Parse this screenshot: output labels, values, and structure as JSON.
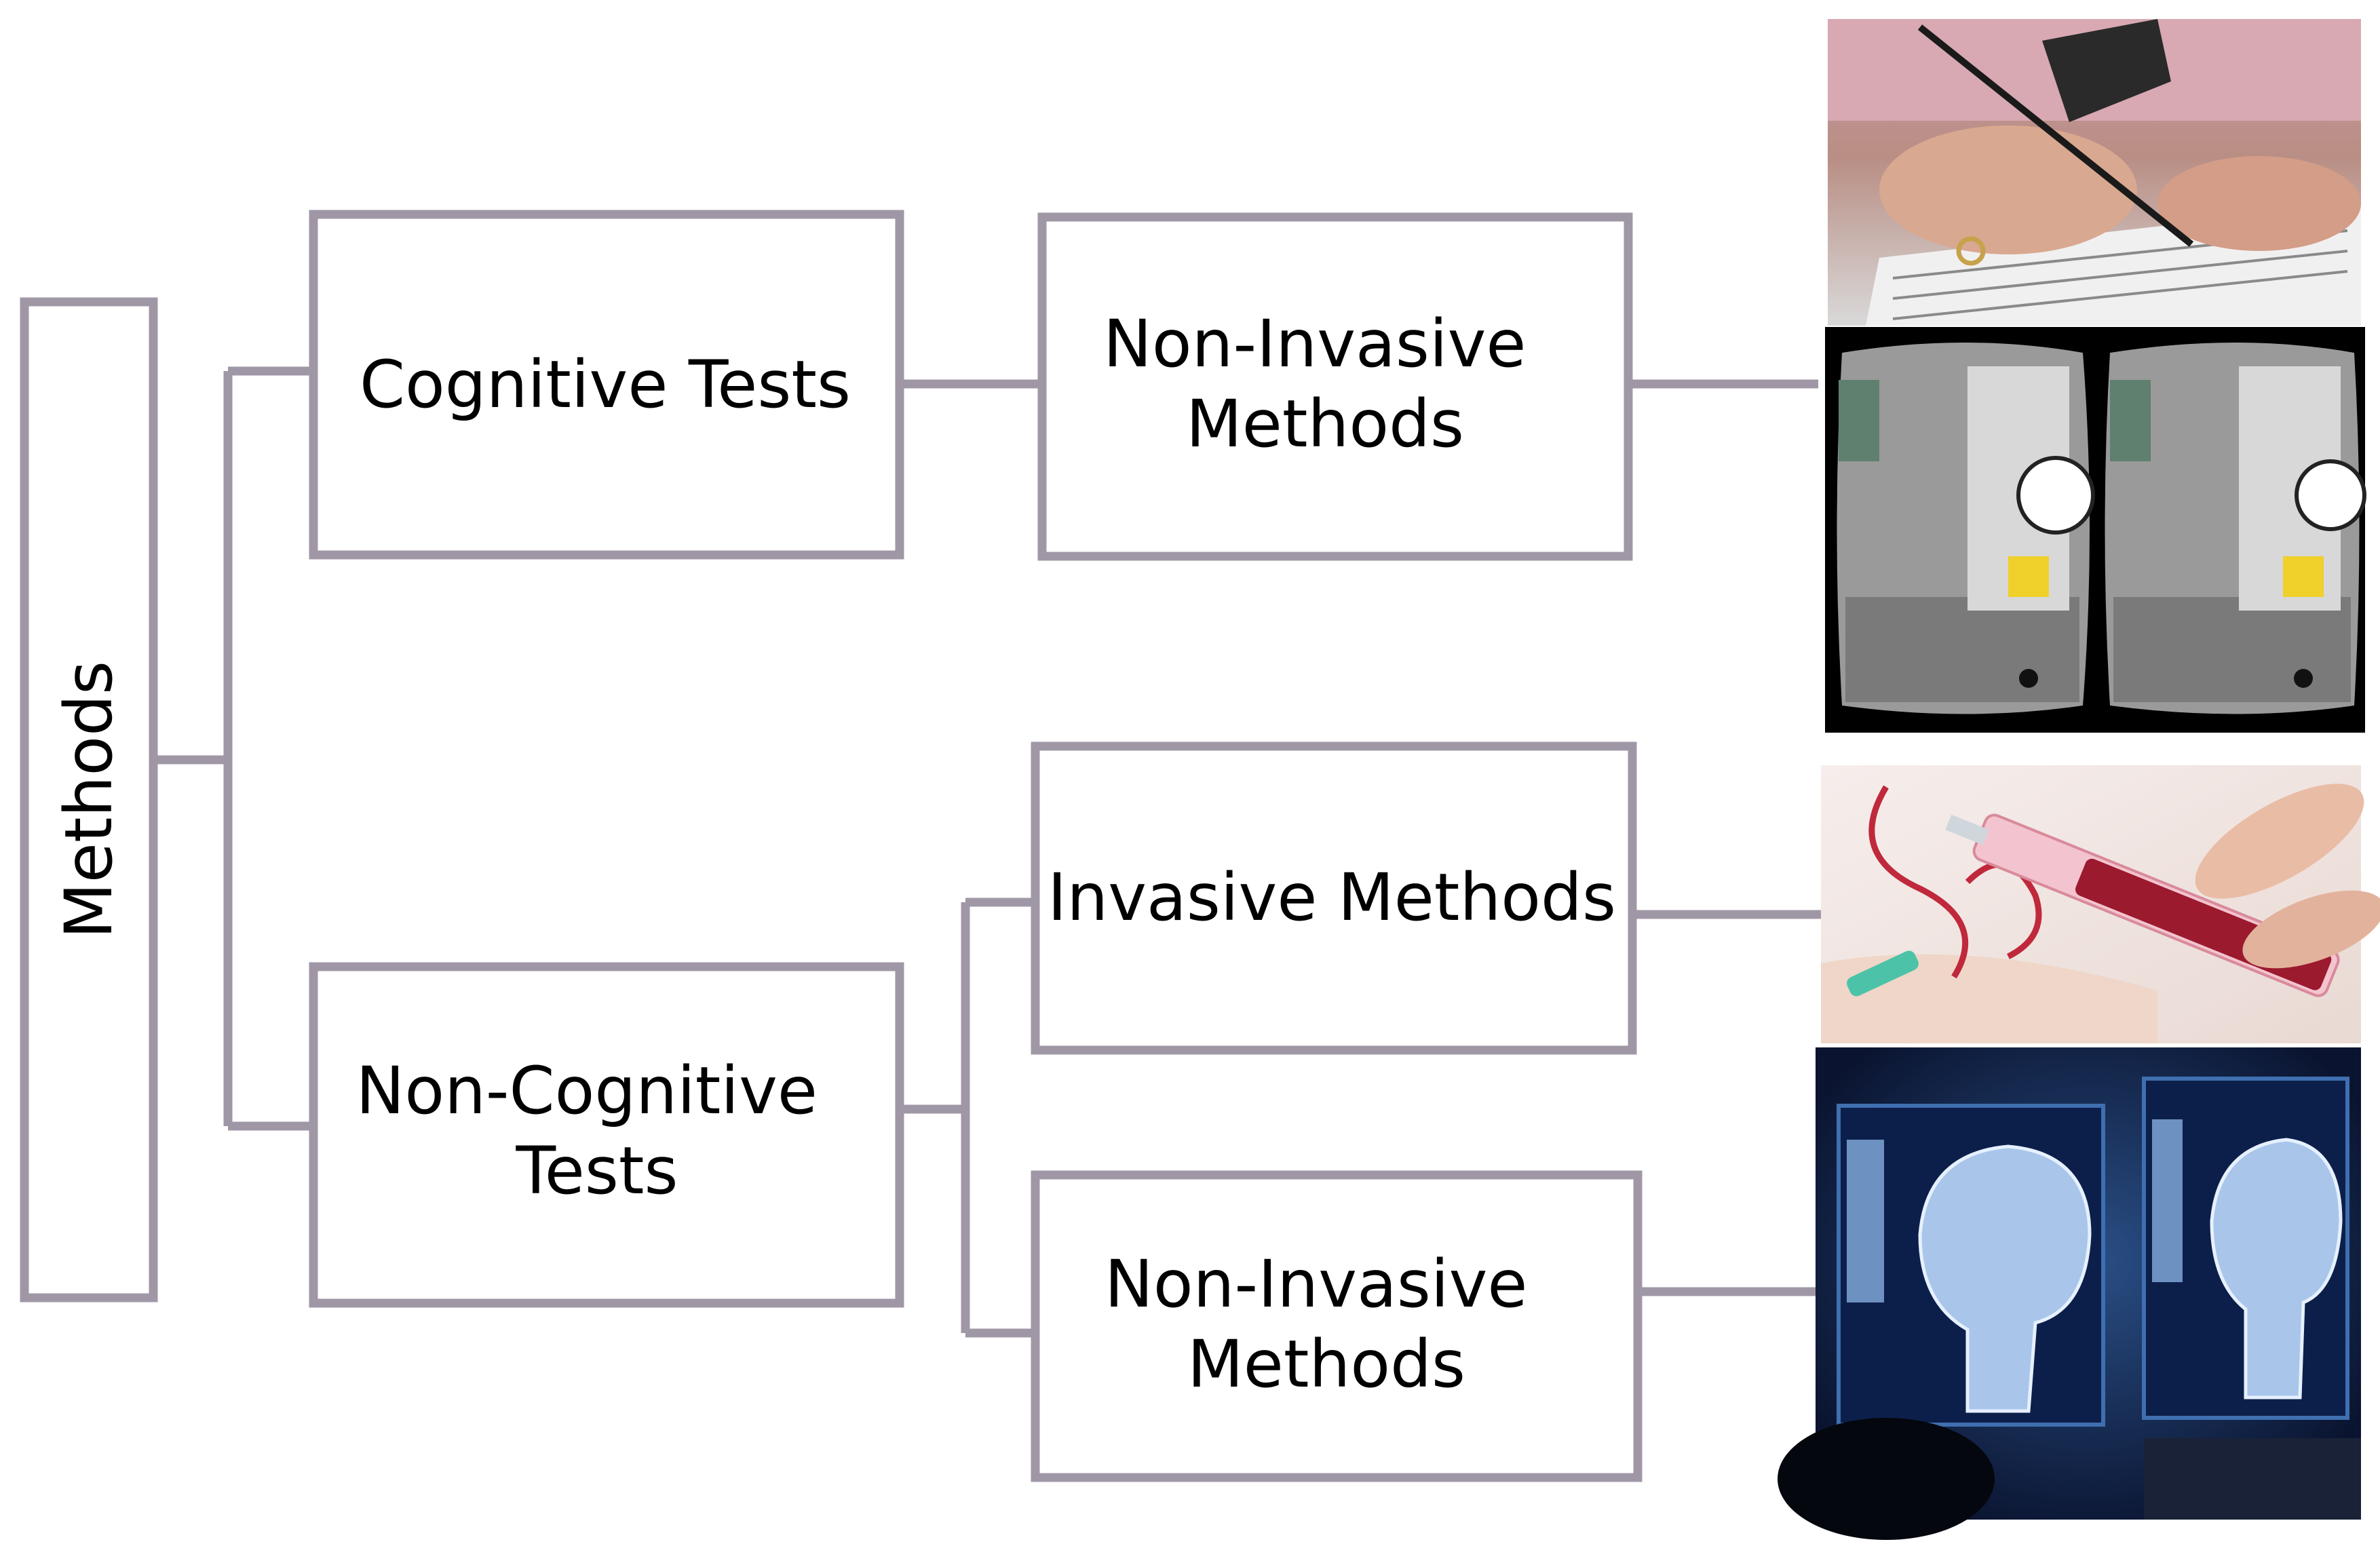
{
  "nodes": {
    "root": "Methods",
    "cognitive": [
      "Cognitive Tests"
    ],
    "non_cognitive": [
      "Non-Cognitive",
      "Tests"
    ],
    "cog_non_invasive": [
      "Non-Invasive",
      "Methods"
    ],
    "invasive": [
      "Invasive Methods"
    ],
    "noncog_non_invasive": [
      "Non-Invasive",
      "Methods"
    ]
  },
  "photos": {
    "writing_test": "hand-writing-test-photo",
    "vr_clock": "vr-clock-test-photo",
    "blood_sample": "blood-sample-photo",
    "brain_mri": "brain-mri-photo"
  },
  "colors": {
    "line": "#a097a6",
    "text": "#000000",
    "background": "#ffffff"
  }
}
